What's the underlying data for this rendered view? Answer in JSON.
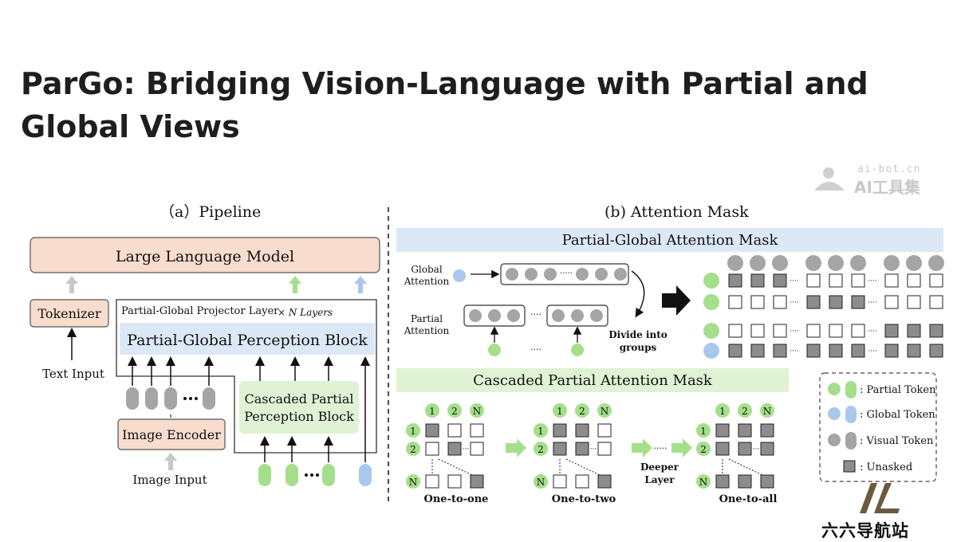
{
  "page": {
    "title": "ParGo: Bridging Vision-Language with Partial and Global Views"
  },
  "watermark": {
    "site": "ai-bot.cn",
    "name": "AI工具集"
  },
  "logo": {
    "text": "六六导航站"
  },
  "pipeline": {
    "title": "（a）Pipeline",
    "llm": "Large Language Model",
    "tokenizer": "Tokenizer",
    "text_input": "Text Input",
    "projector_layer": "Partial-Global Projector Layer",
    "layers_mult": "× N Layers",
    "perception_block": "Partial-Global Perception Block",
    "cascaded_line1": "Cascaded Partial",
    "cascaded_line2": "Perception Block",
    "image_encoder": "Image Encoder",
    "image_input": "Image Input"
  },
  "attention": {
    "title": "(b) Attention Mask",
    "pg_mask": "Partial-Global Attention Mask",
    "global_label_1": "Global",
    "global_label_2": "Attention",
    "partial_label_1": "Partial",
    "partial_label_2": "Attention",
    "divide_1": "Divide into",
    "divide_2": "groups",
    "cascaded_mask": "Cascaded Partial Attention Mask",
    "one_to_one": "One-to-one",
    "one_to_two": "One-to-two",
    "one_to_all": "One-to-all",
    "deeper_1": "Deeper",
    "deeper_2": "Layer",
    "n1": "1",
    "n2": "2",
    "nN": "N"
  },
  "legend": {
    "partial": ": Partial Token",
    "global": ": Global Token",
    "visual": ": Visual Token",
    "unasked": ": Unasked"
  },
  "colors": {
    "llm_fill": "#f8dccd",
    "blue_bar": "#dce8f6",
    "green_box": "#dff2d4",
    "green_token": "#a6df8c",
    "blue_token": "#a9c8ec",
    "gray_token": "#a5a5a5",
    "cell_gray": "#8c8c8c"
  }
}
